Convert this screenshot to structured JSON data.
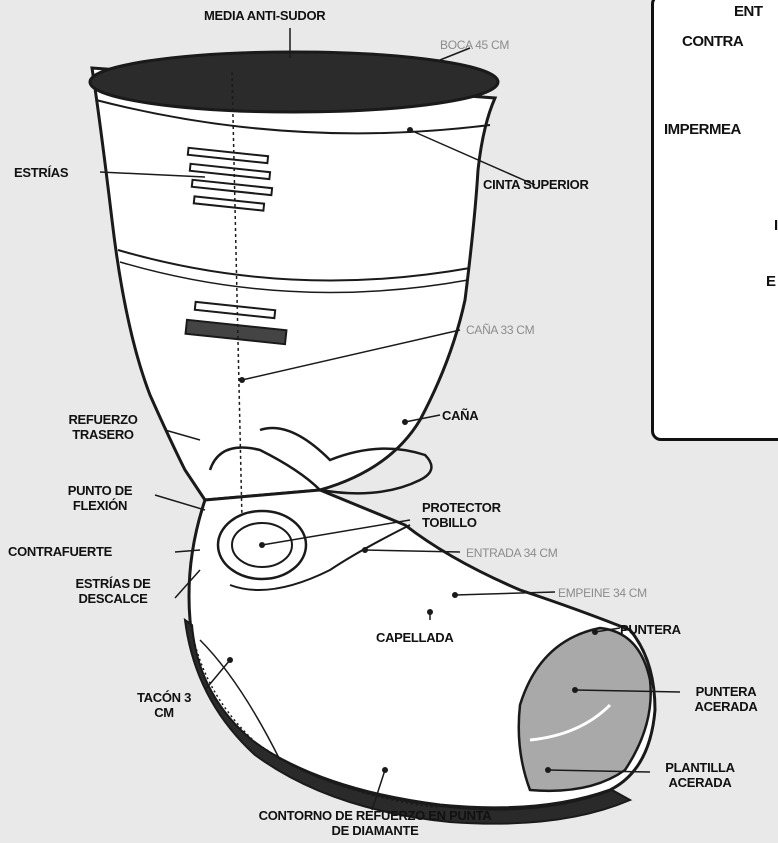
{
  "labels": {
    "media_anti_sudor": "MEDIA ANTI-SUDOR",
    "boca": "BOCA 45 CM",
    "estrias": "ESTRÍAS",
    "cinta_superior": "CINTA SUPERIOR",
    "cana_medida": "CAÑA 33 CM",
    "cana": "CAÑA",
    "refuerzo_trasero": "REFUERZO TRASERO",
    "punto_flexion": "PUNTO DE FLEXIÓN",
    "protector_tobillo": "PROTECTOR TOBILLO",
    "contrafuerte": "CONTRAFUERTE",
    "entrada": "ENTRADA 34 CM",
    "estrias_descalce": "ESTRÍAS DE DESCALCE",
    "empeine": "EMPEINE 34 CM",
    "capellada": "CAPELLADA",
    "puntera": "PUNTERA",
    "puntera_acerada": "PUNTERA ACERADA",
    "tacon": "TACÓN 3 CM",
    "plantilla_acerada": "PLANTILLA ACERADA",
    "contorno": "CONTORNO DE REFUERZO EN PUNTA DE DIAMANTE"
  },
  "side_box": {
    "lines": [
      "ENT",
      "CONTRA",
      "IMPERMEA",
      "I",
      "E"
    ]
  },
  "colors": {
    "background": "#e9e9e9",
    "boot": "#ffffff",
    "outline": "#1a1a1a",
    "opening": "#2b2b2b",
    "toe_cap": "#a9a9a9",
    "gray_label": "#8c8c8c"
  }
}
